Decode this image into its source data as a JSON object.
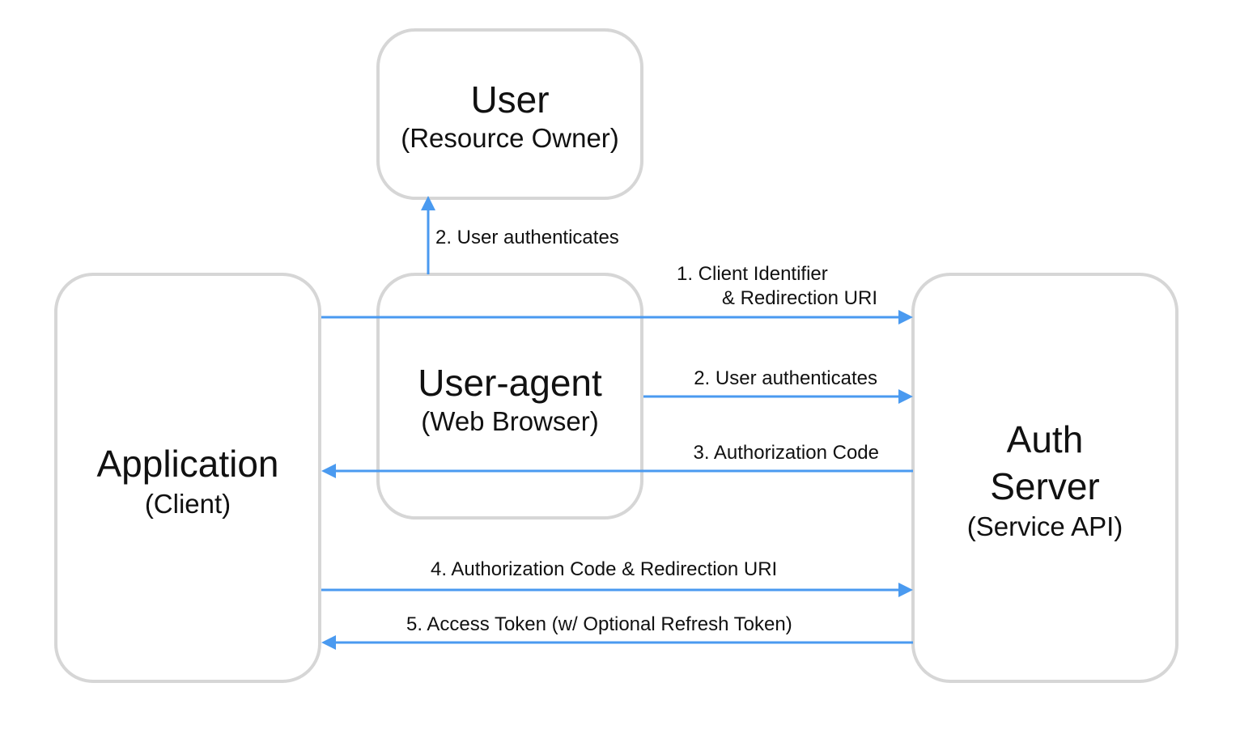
{
  "nodes": {
    "user": {
      "title": "User",
      "subtitle": "(Resource Owner)"
    },
    "user_agent": {
      "title": "User-agent",
      "subtitle": "(Web Browser)"
    },
    "application": {
      "title": "Application",
      "subtitle": "(Client)"
    },
    "auth_server": {
      "title_line1": "Auth",
      "title_line2": "Server",
      "subtitle": "(Service API)"
    }
  },
  "edges": {
    "user_authenticates_up": "2. User authenticates",
    "client_identifier_line1": "1. Client Identifier",
    "client_identifier_line2": "& Redirection URI",
    "user_authenticates_right": "2. User authenticates",
    "authorization_code": "3. Authorization Code",
    "auth_code_redirect": "4. Authorization Code & Redirection URI",
    "access_token": "5. Access Token (w/ Optional Refresh Token)"
  },
  "colors": {
    "arrow": "#4a9af0",
    "box_border": "#d6d6d6"
  }
}
